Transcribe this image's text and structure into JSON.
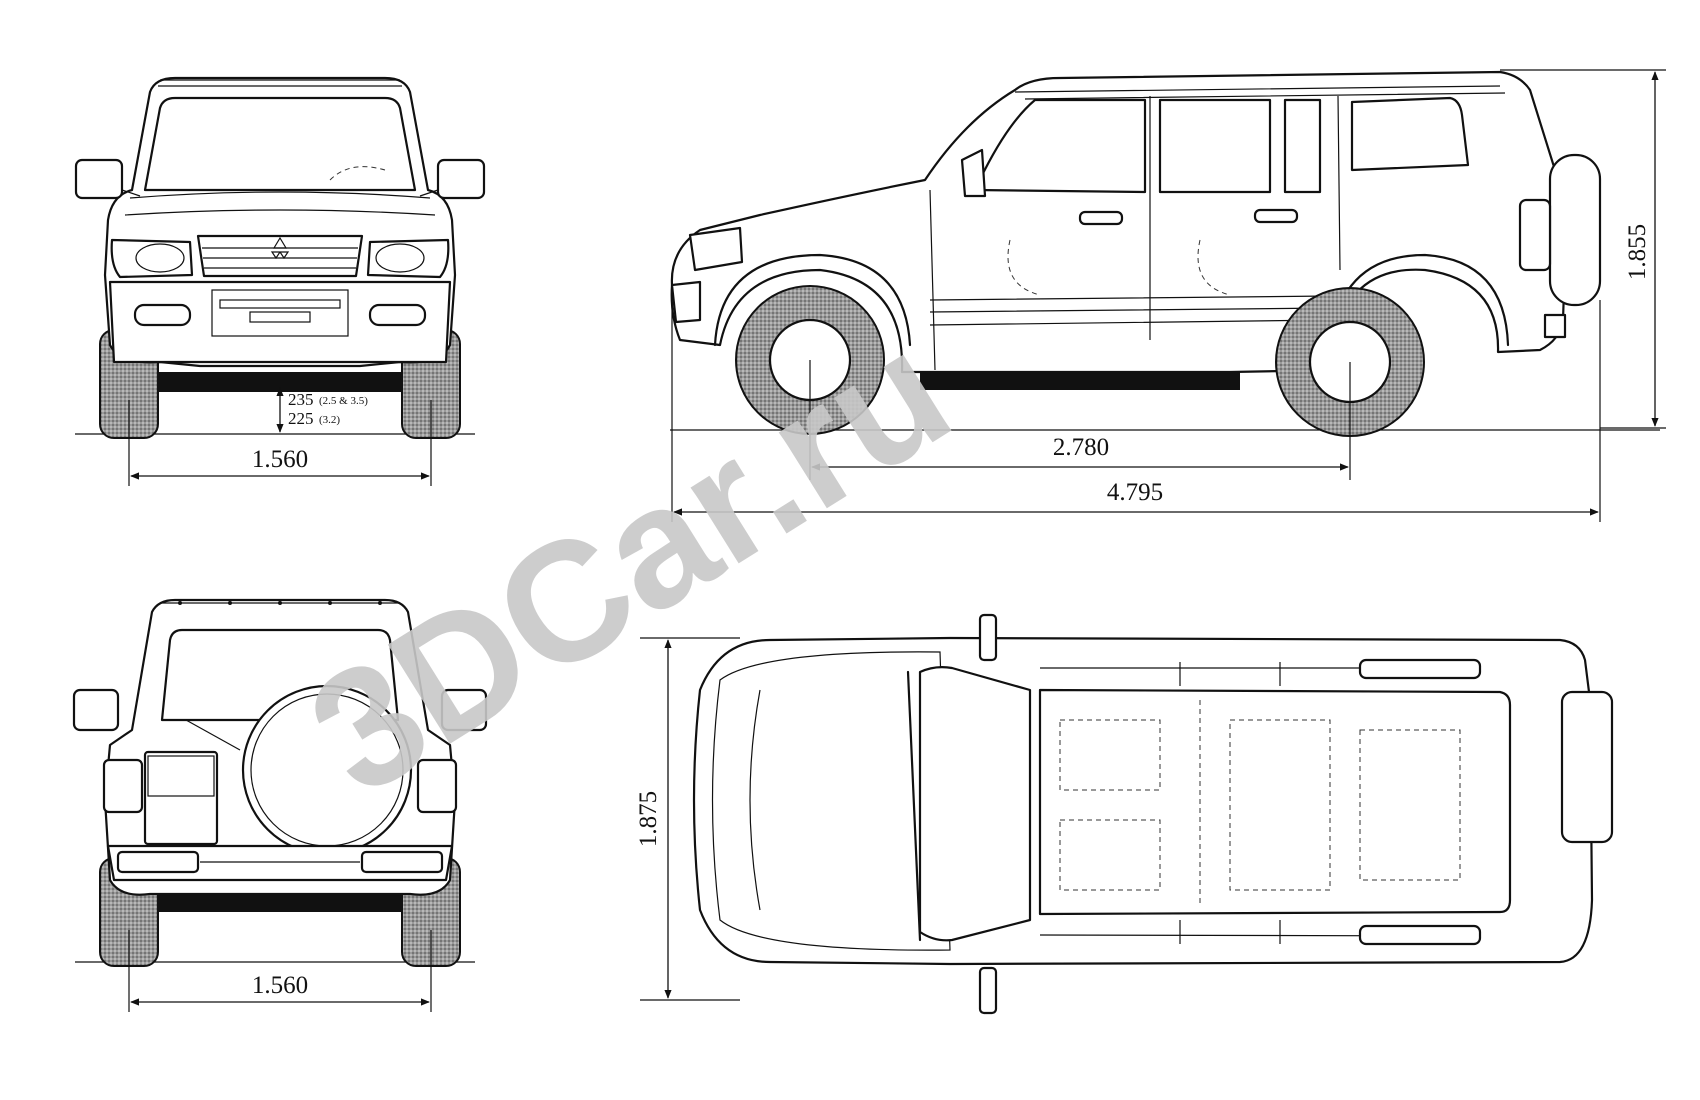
{
  "dimensions": {
    "front_track": "1.560",
    "rear_track": "1.560",
    "ground_clearance_a": "235",
    "ground_clearance_a_note": "(2.5 & 3.5)",
    "ground_clearance_b": "225",
    "ground_clearance_b_note": "(3.2)",
    "wheelbase": "2.780",
    "overall_length": "4.795",
    "overall_height": "1.855",
    "overall_width": "1.875"
  },
  "watermark": "3DCar.ru",
  "colors": {
    "ink": "#111111",
    "paper": "#ffffff",
    "watermark": "#c8c8c8"
  }
}
